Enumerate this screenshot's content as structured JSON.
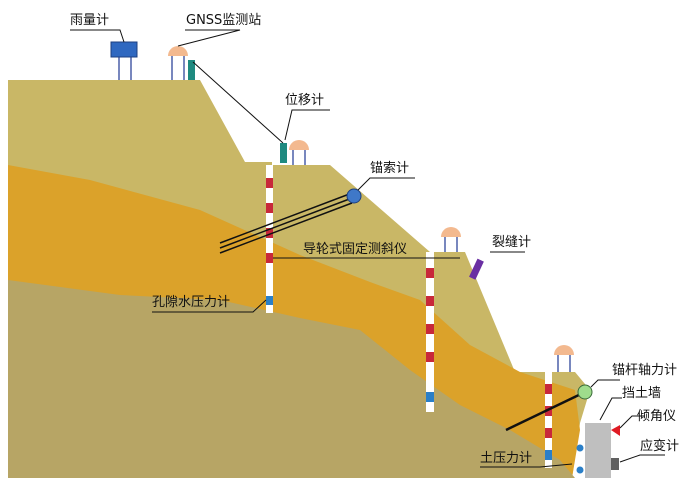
{
  "labels": {
    "rain_gauge": "雨量计",
    "gnss_station": "GNSS监测站",
    "displacement_meter": "位移计",
    "anchor_cable_meter": "锚索计",
    "guide_wheel_inclinometer": "导轮式固定测斜仪",
    "crack_meter": "裂缝计",
    "pore_pressure_meter": "孔隙水压力计",
    "anchor_axial_force_meter": "锚杆轴力计",
    "retaining_wall": "挡土墙",
    "tilt_meter": "倾角仪",
    "earth_pressure_meter": "土压力计",
    "strain_gauge": "应变计"
  },
  "colors": {
    "surface_soil": "#c9b766",
    "middle_layer": "#dba22a",
    "bedrock": "#b7a565",
    "sky": "#ffffff",
    "rain_gauge": "#2f68c0",
    "gnss_dome": "#f3b98f",
    "sensor_teal": "#1f8a80",
    "anchor_ball": "#3f78c8",
    "crack_meter": "#6a2fa3",
    "inclinometer_red": "#c8283a",
    "pore_blue": "#2a7fc8",
    "wall": "#bfbfbf",
    "tilt_red": "#e01b24",
    "anchor_rod_head": "#9fdc8c"
  }
}
